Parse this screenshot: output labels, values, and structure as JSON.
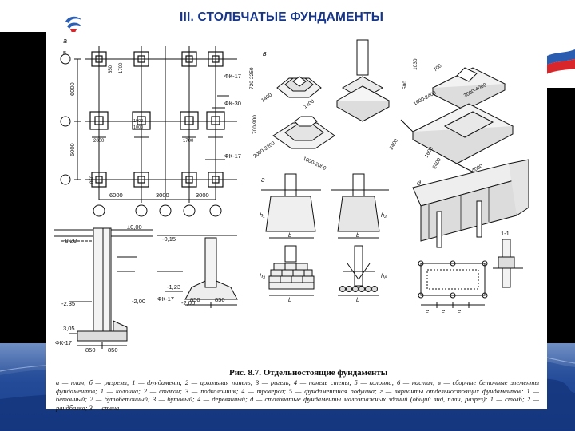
{
  "slide": {
    "title": "III. СТОЛБЧАТЫЕ ФУНДАМЕНТЫ",
    "colors": {
      "title": "#16368c",
      "band_top": "#6f8fc4",
      "band_bottom": "#173f8c",
      "flag_red": "#d8262b",
      "flag_blue": "#2a5db0"
    }
  },
  "figure": {
    "caption_title": "Рис. 8.7. Отдельностоящие фундаменты",
    "legend": "а — план; б — разрезы; 1 — фундамент; 2 — цокольная панель; 3 — ригель; 4 — панель стены; 5 — колонна; 6 — настил; в — сборные бетонные элементы фундаментов; 1 — колонна; 2 — стакан; 3 — подколонник; 4 — траверса; 5 — фундаментная подушка; г — варианты отдельностоящих фундаментов: 1 — бетонный; 2 — бутобетонный; 3 — бутовый; 4 — деревянный; д — столбчатые фундаменты малоэтажных зданий (общий вид, план, разрез): 1 — столб; 2 — рандбалка; 3 — стена",
    "plan": {
      "panel_letter": "а",
      "axis_letter": "в",
      "dims_vertical": [
        "6000",
        "6000"
      ],
      "dims_horizontal": [
        "6000",
        "3000",
        "3000"
      ],
      "labels": [
        "ФК-17",
        "ФК-30",
        "ФК-17"
      ],
      "pad_dims": [
        "850",
        "850",
        "1700",
        "2000",
        "1000",
        "1000",
        "1700"
      ]
    },
    "sections": {
      "levels": [
        "±0,00",
        "-0,20",
        "-0,15",
        "-1,23",
        "-2,00",
        "-2,35",
        "3,05",
        "-2,00"
      ],
      "dims": [
        "850",
        "850",
        "850",
        "850"
      ],
      "labels": [
        "ФК-17",
        "ФК-17"
      ]
    },
    "elements_v": {
      "panel_letter": "в",
      "dims": [
        "720-2250",
        "1400",
        "1400",
        "700-900",
        "2000-2200",
        "1000-2000",
        "500",
        "1030",
        "700",
        "3000-4000",
        "1600-2400",
        "2400",
        "1600",
        "2400",
        "4000"
      ]
    },
    "variants_g": {
      "panel_letter": "г",
      "dims": [
        "b",
        "b",
        "b",
        "b",
        "h₁",
        "h₂",
        "h₃",
        "hₚ"
      ]
    },
    "panel_d": {
      "panel_letter": "д",
      "dims": [
        "1-1",
        "e",
        "e",
        "e"
      ]
    }
  }
}
